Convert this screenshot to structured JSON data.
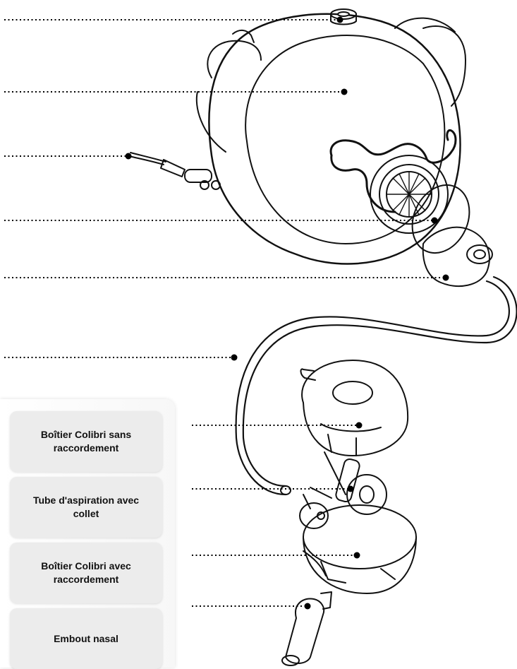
{
  "buttons": [
    {
      "id": "boitier-sans",
      "label": "Boîtier Colibri sans raccordement"
    },
    {
      "id": "tube",
      "label": "Tube d'aspiration avec collet"
    },
    {
      "id": "boitier-avec",
      "label": "Boîtier Colibri avec raccordement"
    },
    {
      "id": "embout",
      "label": "Embout nasal"
    }
  ],
  "colors": {
    "line": "#111111",
    "panel_button": "#ececec",
    "leader": "#000000"
  },
  "icons": [
    "device-body-icon",
    "power-cable-icon",
    "filter-icon",
    "filter-cap-icon",
    "suction-tube-icon",
    "collet-icon",
    "nasal-tip-icon"
  ]
}
